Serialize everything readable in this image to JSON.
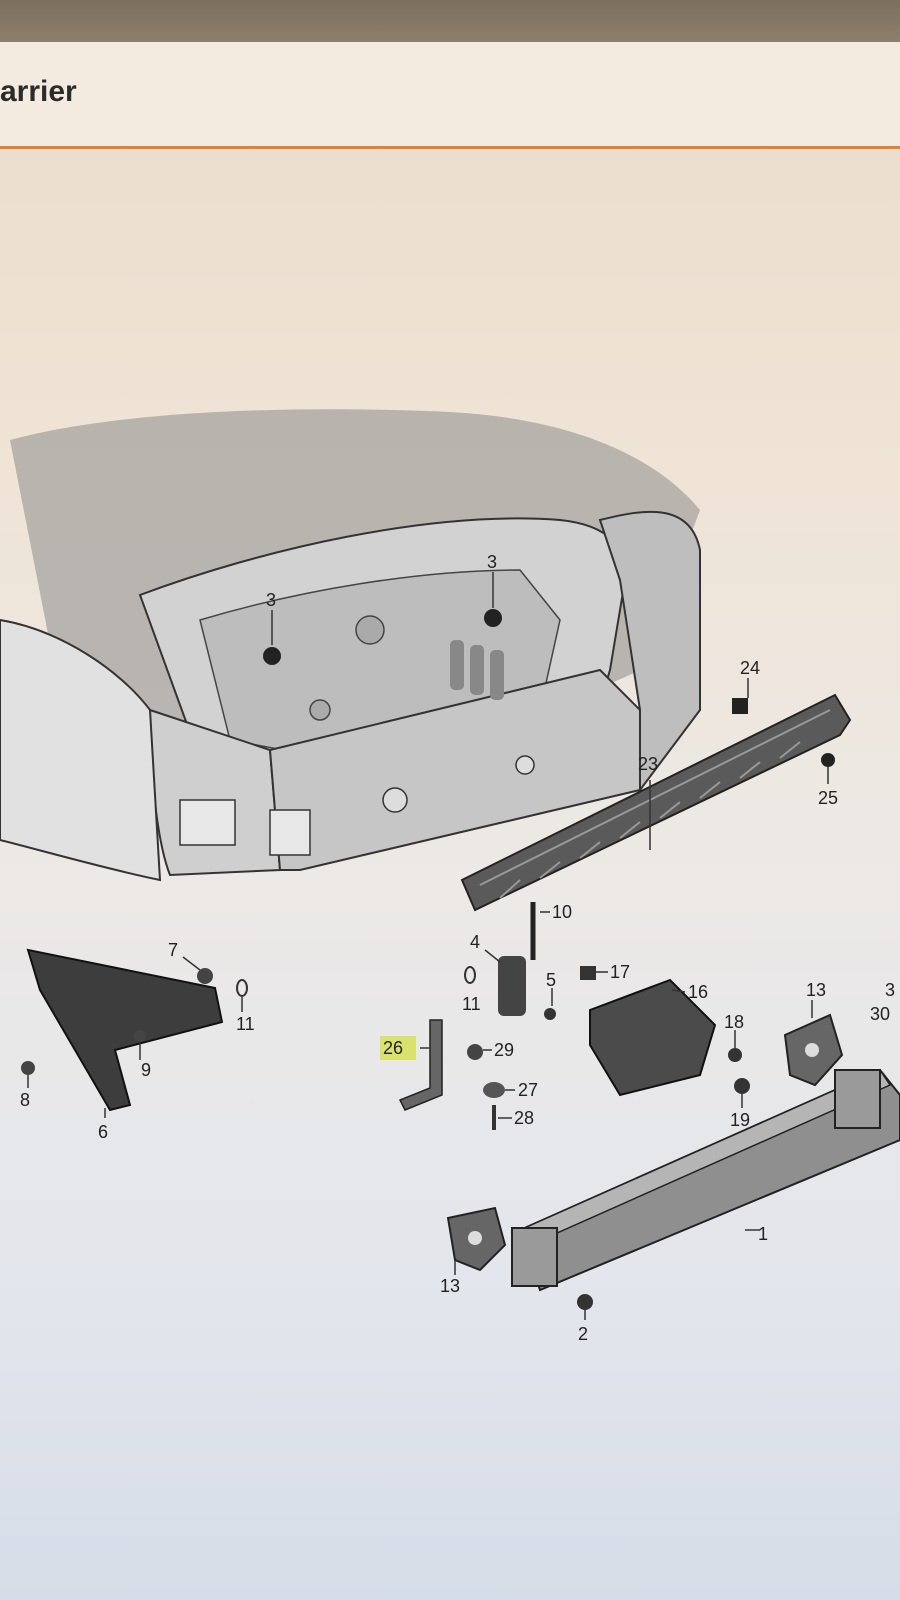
{
  "header": {
    "title": "arrier"
  },
  "diagram": {
    "callouts": [
      {
        "id": "c1",
        "label": "1"
      },
      {
        "id": "c2",
        "label": "2"
      },
      {
        "id": "c3a",
        "label": "3"
      },
      {
        "id": "c3b",
        "label": "3"
      },
      {
        "id": "c4",
        "label": "4"
      },
      {
        "id": "c5",
        "label": "5"
      },
      {
        "id": "c6",
        "label": "6"
      },
      {
        "id": "c7",
        "label": "7"
      },
      {
        "id": "c8",
        "label": "8"
      },
      {
        "id": "c9",
        "label": "9"
      },
      {
        "id": "c10",
        "label": "10"
      },
      {
        "id": "c11a",
        "label": "11"
      },
      {
        "id": "c11b",
        "label": "11"
      },
      {
        "id": "c13a",
        "label": "13"
      },
      {
        "id": "c13b",
        "label": "13"
      },
      {
        "id": "c16",
        "label": "16"
      },
      {
        "id": "c17",
        "label": "17"
      },
      {
        "id": "c18",
        "label": "18"
      },
      {
        "id": "c19",
        "label": "19"
      },
      {
        "id": "c23",
        "label": "23"
      },
      {
        "id": "c24",
        "label": "24"
      },
      {
        "id": "c25",
        "label": "25"
      },
      {
        "id": "c26",
        "label": "26"
      },
      {
        "id": "c27",
        "label": "27"
      },
      {
        "id": "c28",
        "label": "28"
      },
      {
        "id": "c29",
        "label": "29"
      },
      {
        "id": "c30",
        "label": "30"
      },
      {
        "id": "c3c",
        "label": "3"
      }
    ],
    "highlight_color": "#d9e26b",
    "line_color": "#333333"
  }
}
